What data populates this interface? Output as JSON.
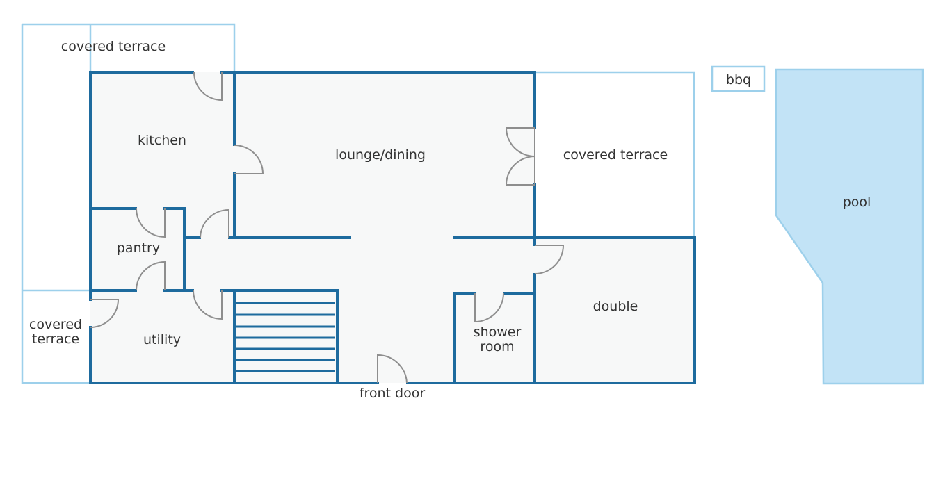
{
  "title": "",
  "colors": {
    "wall": "#1e6b9e",
    "outline_light": "#9dd0eb",
    "pool_fill": "#c2e3f6",
    "floor": "#f7f8f8",
    "door_swing": "#8e8e8e",
    "text": "#333333"
  },
  "rooms": {
    "covered_terrace_top": "covered terrace",
    "kitchen": "kitchen",
    "lounge_dining": "lounge/dining",
    "covered_terrace_right": "covered terrace",
    "bbq": "bbq",
    "pool": "pool",
    "pantry": "pantry",
    "covered_terrace_left_line1": "covered",
    "covered_terrace_left_line2": "terrace",
    "utility": "utility",
    "double": "double",
    "shower_room_line1": "shower",
    "shower_room_line2": "room",
    "front_door": "front door"
  }
}
